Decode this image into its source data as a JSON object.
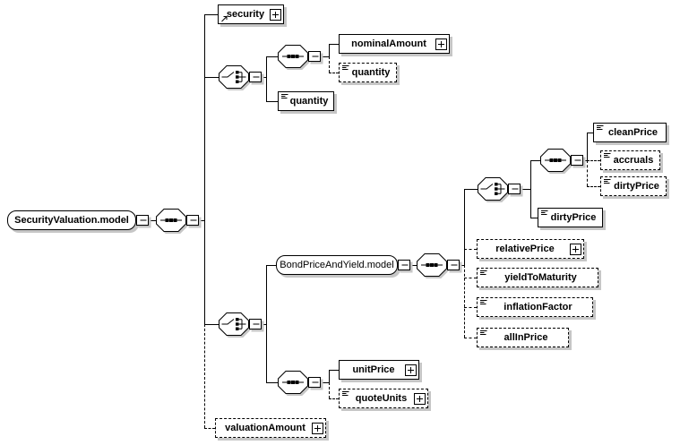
{
  "nodes": {
    "root": {
      "label": "SecurityValuation.model",
      "icons": [
        "collapse-icon"
      ]
    },
    "security": {
      "label": "security",
      "icons": [
        "element-reference-icon",
        "expand-icon"
      ]
    },
    "nominal_amount": {
      "label": "nominalAmount",
      "icons": [
        "expand-icon"
      ]
    },
    "quantity_optional": {
      "label": "quantity",
      "icons": [
        "text-content-icon"
      ]
    },
    "quantity": {
      "label": "quantity",
      "icons": [
        "text-content-icon"
      ]
    },
    "bond_price_and_yield": {
      "label": "BondPriceAndYield.model",
      "icons": [
        "collapse-icon"
      ]
    },
    "clean_price": {
      "label": "cleanPrice",
      "icons": [
        "text-content-icon"
      ]
    },
    "accruals": {
      "label": "accruals",
      "icons": [
        "text-content-icon"
      ]
    },
    "dirty_price_optional": {
      "label": "dirtyPrice",
      "icons": [
        "text-content-icon"
      ]
    },
    "dirty_price": {
      "label": "dirtyPrice",
      "icons": [
        "text-content-icon"
      ]
    },
    "relative_price": {
      "label": "relativePrice",
      "icons": [
        "expand-icon"
      ]
    },
    "yield_to_maturity": {
      "label": "yieldToMaturity",
      "icons": [
        "text-content-icon"
      ]
    },
    "inflation_factor": {
      "label": "inflationFactor",
      "icons": [
        "text-content-icon"
      ]
    },
    "all_in_price": {
      "label": "allInPrice",
      "icons": [
        "text-content-icon"
      ]
    },
    "unit_price": {
      "label": "unitPrice",
      "icons": [
        "expand-icon"
      ]
    },
    "quote_units": {
      "label": "quoteUnits",
      "icons": [
        "text-content-icon",
        "expand-icon"
      ]
    },
    "valuation_amount": {
      "label": "valuationAmount",
      "icons": [
        "expand-icon"
      ]
    }
  },
  "glyphs": {
    "collapse": "−",
    "expand": "+"
  },
  "colors": {
    "line": "#000000",
    "fill": "#ffffff",
    "shadow": "#c6c6c6",
    "text": "#000000"
  }
}
